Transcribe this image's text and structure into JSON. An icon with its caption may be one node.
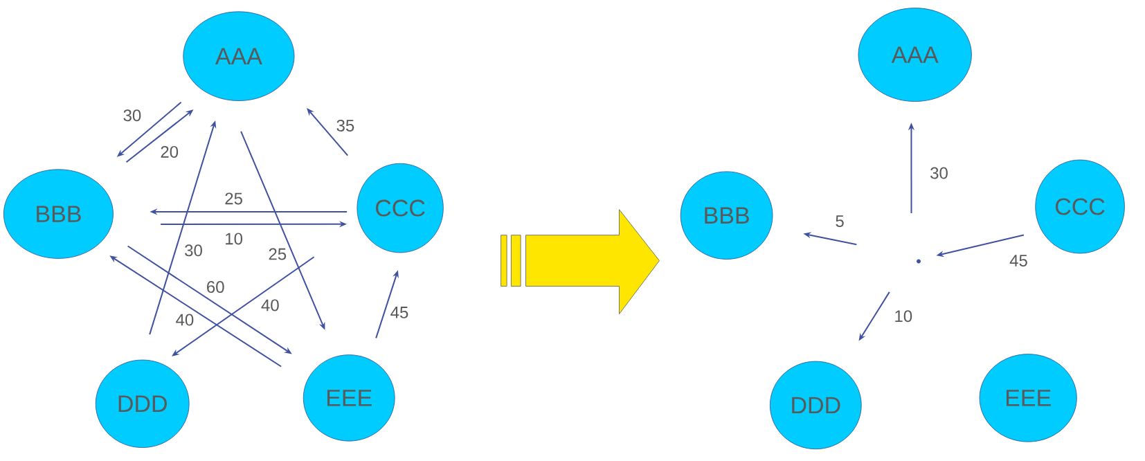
{
  "diagram": {
    "nodes": [
      {
        "text": [
          "AAA"
        ]
      },
      {
        "text": [
          "BBB"
        ]
      },
      {
        "text": [
          "CCC"
        ]
      },
      {
        "text": [
          "DDD"
        ]
      },
      {
        "text": [
          "EEE"
        ]
      },
      {
        "text": [
          "AAA"
        ]
      },
      {
        "text": [
          "BBB"
        ]
      },
      {
        "text": [
          "CCC"
        ]
      },
      {
        "text": [
          "DDD"
        ]
      },
      {
        "text": [
          "EEE"
        ]
      },
      {
        "text": [],
        "shape": "point"
      }
    ],
    "edges": [
      {
        "from": 0,
        "to": 1,
        "arrow": "to",
        "label": "30"
      },
      {
        "from": 1,
        "to": 0,
        "arrow": "to",
        "label": "20"
      },
      {
        "from": 2,
        "to": 0,
        "arrow": "to",
        "label": "35"
      },
      {
        "from": 2,
        "to": 1,
        "arrow": "to",
        "label": "25"
      },
      {
        "from": 1,
        "to": 2,
        "arrow": "to",
        "label": "10"
      },
      {
        "from": 0,
        "to": 4,
        "arrow": "to",
        "label": "25"
      },
      {
        "from": 3,
        "to": 0,
        "arrow": "to",
        "label": "30"
      },
      {
        "from": 2,
        "to": 3,
        "arrow": "to",
        "label": "40"
      },
      {
        "from": 1,
        "to": 4,
        "arrow": "to",
        "label": "60"
      },
      {
        "from": 4,
        "to": 1,
        "arrow": "to",
        "label": "40"
      },
      {
        "from": 4,
        "to": 2,
        "arrow": "to",
        "label": "45"
      },
      {
        "from": 10,
        "to": 5,
        "arrow": "to",
        "label": "30"
      },
      {
        "from": 10,
        "to": 6,
        "arrow": "to",
        "label": "5"
      },
      {
        "from": 7,
        "to": 10,
        "arrow": "to",
        "label": "45"
      },
      {
        "from": 10,
        "to": 8,
        "arrow": "to",
        "label": "10"
      }
    ]
  }
}
